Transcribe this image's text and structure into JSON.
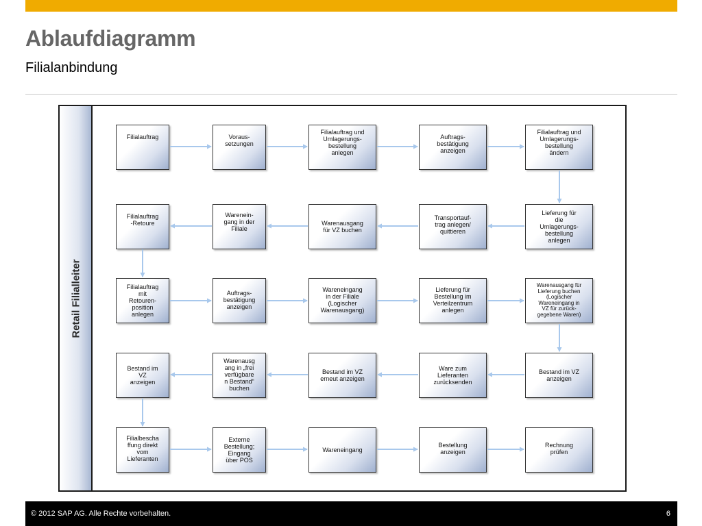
{
  "header": {
    "title": "Ablaufdiagramm",
    "subtitle": "Filialanbindung",
    "accent_color": "#f0ab00"
  },
  "diagram": {
    "lane_label": "Retail Filialleiter",
    "boxes": {
      "r1c1": "Filialauftrag",
      "r1c2": "Voraus-\nsetzungen",
      "r1c3": "Filialauftrag und\nUmlagerungs-\nbestellung\nanlegen",
      "r1c4": "Auftrags-\nbestätigung\nanzeigen",
      "r1c5": "Filialauftrag und\nUmlagerungs-\nbestellung\nändern",
      "r2c1": "Filialauftrag\n-Retoure",
      "r2c2": "Warenein-\ngang in der\nFiliale",
      "r2c3": "Warenausgang\nfür VZ buchen",
      "r2c4": "Transportauf-\ntrag anlegen/\nquittieren",
      "r2c5": "Lieferung für\ndie\nUmlagerungs-\nbestellung\nanlegen",
      "r3c1": "Filialauftrag\nmit\nRetouren-\nposition\nanlegen",
      "r3c2": "Auftrags-\nbestätigung\nanzeigen",
      "r3c3": "Wareneingang\nin der Filiale\n(Logischer\nWarenausgang)",
      "r3c4": "Lieferung für\nBestellung im\nVerteilzentrum\nanlegen",
      "r3c5": "Warenausgang für\nLieferung buchen\n(Logischer\nWareneingang in\nVZ für zurück-\ngegebene Waren)",
      "r4c1": "Bestand im\nVZ\nanzeigen",
      "r4c2": "Warenausg\nang in „frei\nverfügbare\nn Bestand“\nbuchen",
      "r4c3": "Bestand im VZ\nerneut anzeigen",
      "r4c4": "Ware zum\nLieferanten\nzurücksenden",
      "r4c5": "Bestand im VZ\nanzeigen",
      "r5c1": "Filialbescha\nffung direkt\nvom\nLieferanten",
      "r5c2": "Externe\nBestellung;\nEingang\nüber POS",
      "r5c3": "Wareneingang",
      "r5c4": "Bestellung\nanzeigen",
      "r5c5": "Rechnung\nprüfen"
    },
    "arrow_color": "#a8c8ec"
  },
  "footer": {
    "copyright": "©  2012 SAP AG. Alle Rechte vorbehalten.",
    "page_number": "6"
  }
}
